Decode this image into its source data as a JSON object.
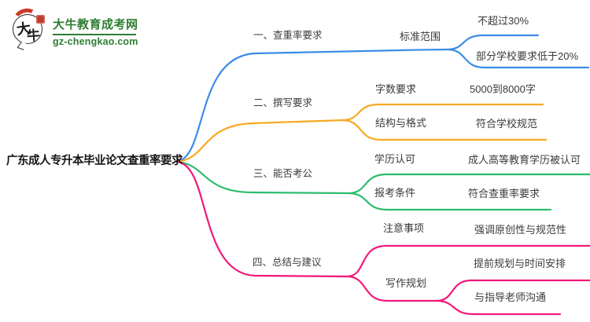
{
  "logo": {
    "title": "大牛教育成考网",
    "domain": "gz-chengkao.com",
    "icon_char1": "大",
    "icon_char2": "牛",
    "brand_color": "#2e7d32",
    "seal_color": "#c0392b"
  },
  "root": {
    "label": "广东成人专升本毕业论文查重率要求"
  },
  "branches": [
    {
      "label": "一、查重率要求",
      "color": "#3b8ce8",
      "children": [
        {
          "label": "标准范围",
          "leaves": [
            "不超过30%",
            "部分学校要求低于20%"
          ]
        }
      ]
    },
    {
      "label": "二、撰写要求",
      "color": "#f7a823",
      "children": [
        {
          "label": "字数要求",
          "leaves": [
            "5000到8000字"
          ]
        },
        {
          "label": "结构与格式",
          "leaves": [
            "符合学校规范"
          ]
        }
      ]
    },
    {
      "label": "三、能否考公",
      "color": "#2dbd6e",
      "children": [
        {
          "label": "学历认可",
          "leaves": [
            "成人高等教育学历被认可"
          ]
        },
        {
          "label": "报考条件",
          "leaves": [
            "符合查重率要求"
          ]
        }
      ]
    },
    {
      "label": "四、总结与建议",
      "color": "#f1187b",
      "children": [
        {
          "label": "注意事项",
          "leaves": [
            "强调原创性与规范性"
          ]
        },
        {
          "label": "写作规划",
          "leaves": [
            "提前规划与时间安排",
            "与指导老师沟通"
          ]
        }
      ]
    }
  ]
}
